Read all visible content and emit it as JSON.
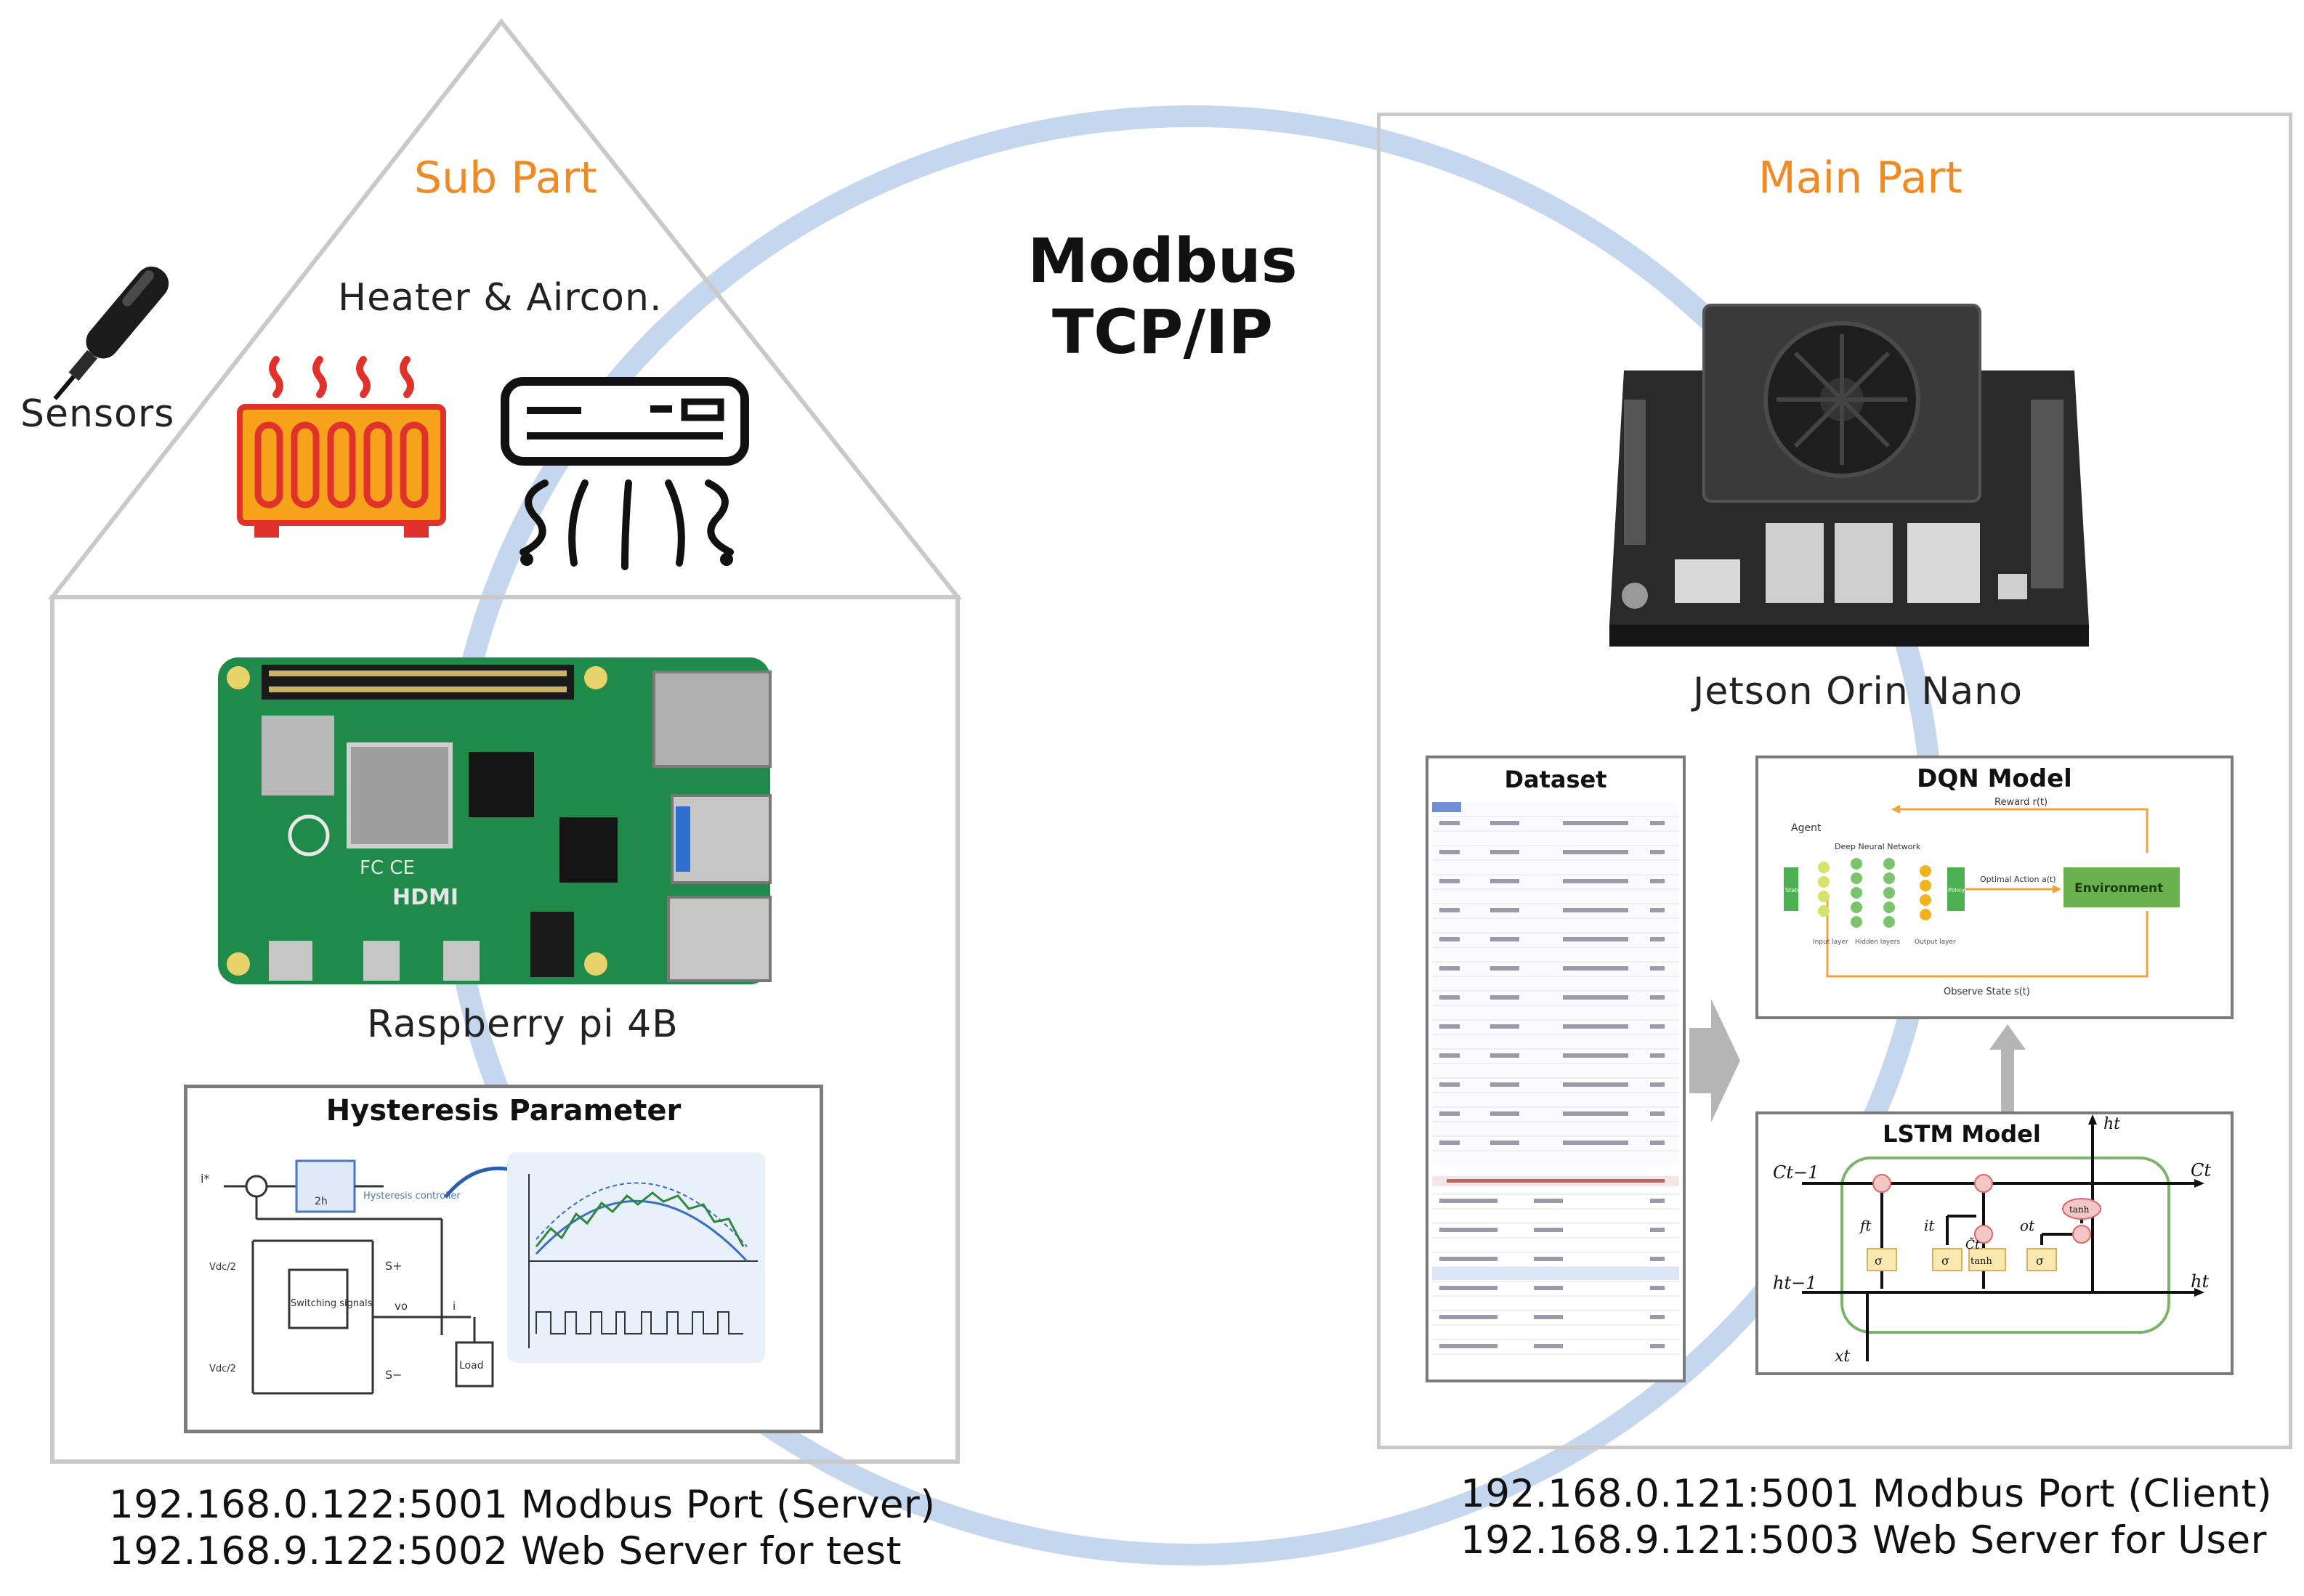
{
  "sub_part": {
    "title": "Sub Part",
    "heater_aircon_label": "Heater & Aircon.",
    "sensors_label": "Sensors",
    "raspberry_label": "Raspberry pi 4B",
    "hysteresis": {
      "title": "Hysteresis Parameter",
      "hysteresis_controller": "Hysteresis controller",
      "switching_signals": "Switching signals",
      "s_plus": "S+",
      "s_minus": "S−",
      "load": "Load",
      "vdc_half_top": "Vdc/2",
      "vdc_half_bottom": "Vdc/2",
      "band": "2h",
      "i_star": "i*",
      "i_label": "i",
      "vo_label": "vo"
    },
    "ip_lines": [
      "192.168.0.122:5001 Modbus Port (Server)",
      "192.168.9.122:5002 Web Server for test"
    ]
  },
  "link": {
    "line1": "Modbus",
    "line2": "TCP/IP"
  },
  "main_part": {
    "title": "Main Part",
    "jetson_label": "Jetson Orin Nano",
    "dataset_title": "Dataset",
    "dqn": {
      "title": "DQN Model",
      "agent": "Agent",
      "dnn": "Deep Neural Network",
      "reward": "Reward r(t)",
      "optimal_action": "Optimal Action a(t)",
      "environment": "Environment",
      "observe_state": "Observe State s(t)",
      "state": "State",
      "input_layer": "Input layer",
      "hidden_layers": "Hidden layers",
      "output_layer": "Output layer",
      "policy": "Policy"
    },
    "lstm": {
      "title": "LSTM Model",
      "c_prev": "Ct−1",
      "c_t": "Ct",
      "h_prev": "ht−1",
      "h_t": "ht",
      "h_t_top": "ht",
      "x_t": "xt",
      "f_t": "ft",
      "i_t": "it",
      "c_tilde": "C̃t",
      "o_t": "ot",
      "sigma": "σ",
      "tanh": "tanh"
    },
    "ip_lines": [
      "192.168.0.121:5001 Modbus Port (Client)",
      "192.168.9.121:5003 Web Server for User"
    ]
  },
  "colors": {
    "accent_orange": "#f08a24",
    "ring_blue": "#c5d7ef",
    "frame_gray": "#c9c9c9",
    "board_green": "#1f8a4a",
    "heater_orange": "#f7a21b",
    "heater_red": "#e0322b",
    "env_green": "#6ab04c"
  },
  "icons": [
    "sensor-probe-icon",
    "heater-icon",
    "air-conditioner-icon",
    "raspberry-pi-board-icon",
    "jetson-board-icon",
    "arrow-right-icon",
    "arrow-up-icon"
  ]
}
